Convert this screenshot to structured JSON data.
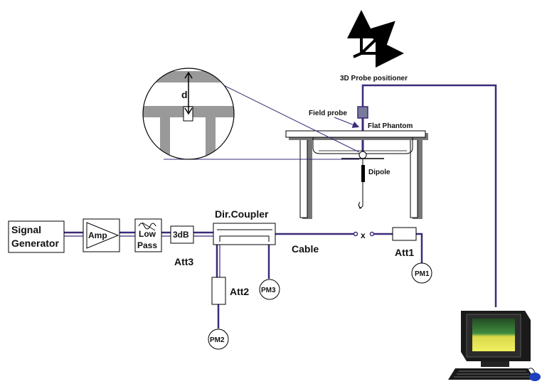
{
  "labels": {
    "signal_generator_line1": "Signal",
    "signal_generator_line2": "Generator",
    "amp": "Amp",
    "low_pass_line1": "Low",
    "low_pass_line2": "Pass",
    "att_3db": "3dB",
    "att3": "Att3",
    "dir_coupler": "Dir.Coupler",
    "cable": "Cable",
    "x_marker": "x",
    "att1": "Att1",
    "att2": "Att2",
    "pm1": "PM1",
    "pm2": "PM2",
    "pm3": "PM3",
    "probe_positioner": "3D Probe positioner",
    "field_probe": "Field probe",
    "flat_phantom": "Flat Phantom",
    "dipole": "Dipole",
    "distance_d": "d"
  },
  "colors": {
    "cable": "#3d2a7a",
    "grey_structure": "#999999",
    "monitor_screen_top": "#2f6b2f",
    "monitor_screen_bottom": "#e8e84a"
  },
  "icons": {
    "axes": "xyz-axes-icon",
    "computer": "computer-workstation-icon"
  }
}
